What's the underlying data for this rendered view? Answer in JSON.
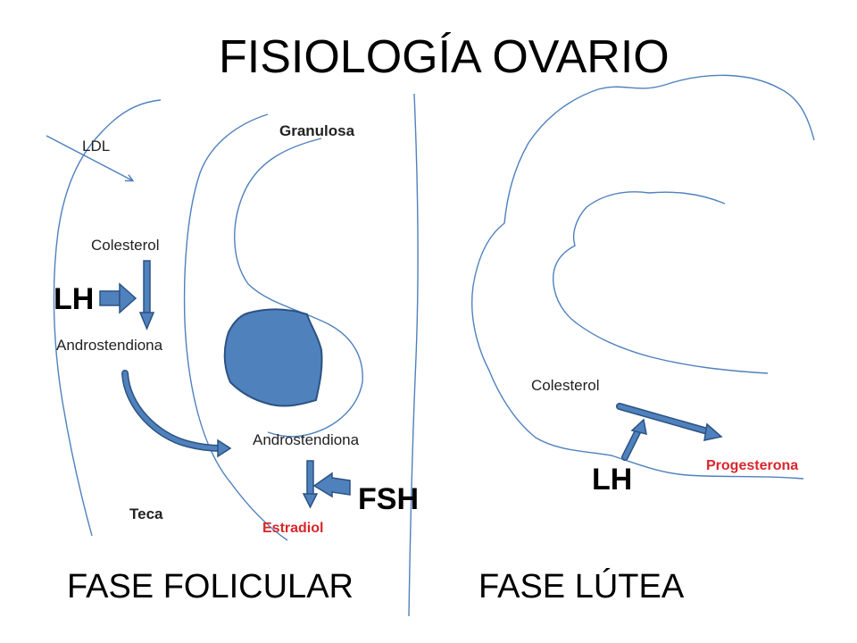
{
  "title": "FISIOLOGÍA OVARIO",
  "labels": {
    "ldl": "LDL",
    "granulosa": "Granulosa",
    "colesterol_left": "Colesterol",
    "lh_left": "LH",
    "androstendiona_left": "Androstendiona",
    "androstendiona_center": "Androstendiona",
    "fsh": "FSH",
    "teca": "Teca",
    "estradiol": "Estradiol",
    "colesterol_right": "Colesterol",
    "lh_right": "LH",
    "progesterona": "Progesterona"
  },
  "phases": {
    "left": "FASE FOLICULAR",
    "right": "FASE LÚTEA"
  },
  "colors": {
    "outline": "#4f81bd",
    "fill": "#4f81bd",
    "fill_dark": "#2c5282",
    "highlight_text": "#d9262b"
  }
}
